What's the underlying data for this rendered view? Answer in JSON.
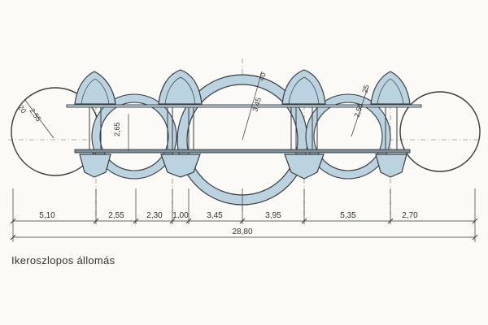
{
  "caption": "Ikeroszlopos állomás",
  "colors": {
    "fill": "#b9d3e0",
    "line": "#3a3a3a",
    "paper": "#fbfaf6"
  },
  "bottom_dims": [
    "5,10",
    "2,55",
    "2,30",
    "1,00",
    "3,45",
    "3,95",
    "5,35",
    "2,70"
  ],
  "total_dim": "28,80",
  "radius_labels": {
    "r_20": "20",
    "r_255_left": "2,55",
    "r_265": "2,65",
    "r_345": "3,45",
    "r_40": "40",
    "r_255_right": "2,55",
    "r_25": "25"
  }
}
